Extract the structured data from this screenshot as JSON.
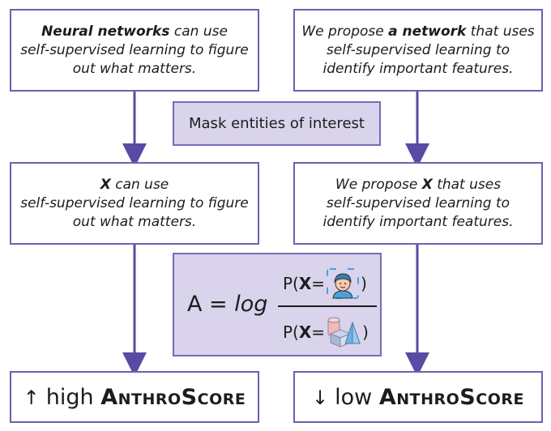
{
  "top_left": {
    "strong": "Neural networks",
    "rest": " can use",
    "line2": "self-supervised learning to figure",
    "line3": "out what matters."
  },
  "top_right": {
    "pre": "We propose ",
    "strong": "a network",
    "post": " that uses",
    "line2": "self-supervised learning to",
    "line3": "identify important features."
  },
  "mask_label": "Mask entities of interest",
  "mid_left": {
    "strong": "X",
    "rest": " can use",
    "line2": "self-supervised learning to figure",
    "line3": "out what matters."
  },
  "mid_right": {
    "pre": "We propose ",
    "strong": "X",
    "post": " that uses",
    "line2": "self-supervised learning to",
    "line3": "identify important features."
  },
  "formula": {
    "lhs": "A = ",
    "log": "log",
    "p_open": "P(",
    "x": "X",
    "eq": " = ",
    "close": ")"
  },
  "result_left": {
    "arrow": "↑",
    "word": "high",
    "score": "AnthroScore"
  },
  "result_right": {
    "arrow": "↓",
    "word": "low",
    "score": "AnthroScore"
  },
  "colors": {
    "border": "#6f5fb0",
    "fill": "#d9d4ec",
    "arrow": "#5b4aa3"
  },
  "icons": [
    "person-icon",
    "objects-icon"
  ]
}
